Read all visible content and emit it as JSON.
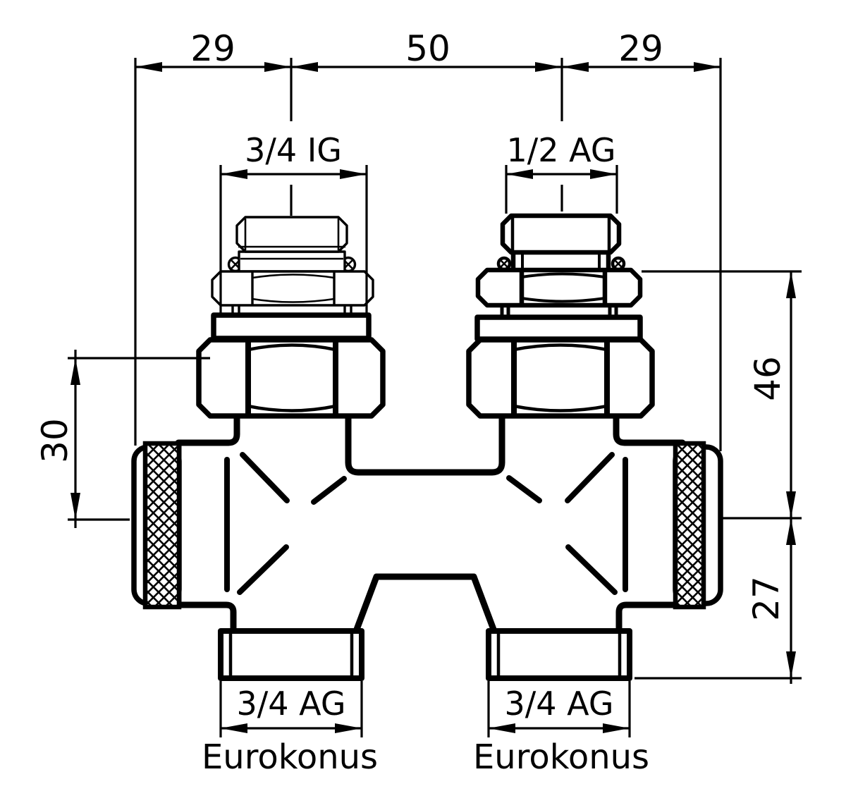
{
  "drawing": {
    "background_color": "#ffffff",
    "line_color": "#000000",
    "dimensions": {
      "top_left": "29",
      "top_center": "50",
      "top_right": "29",
      "left_side": "30",
      "right_upper": "46",
      "right_lower": "27"
    },
    "thread_labels": {
      "top_left": "3/4 IG",
      "top_right": "1/2 AG",
      "bottom_left": "3/4 AG",
      "bottom_right": "3/4 AG"
    },
    "connection_labels": {
      "bottom_left": "Eurokonus",
      "bottom_right": "Eurokonus"
    }
  }
}
